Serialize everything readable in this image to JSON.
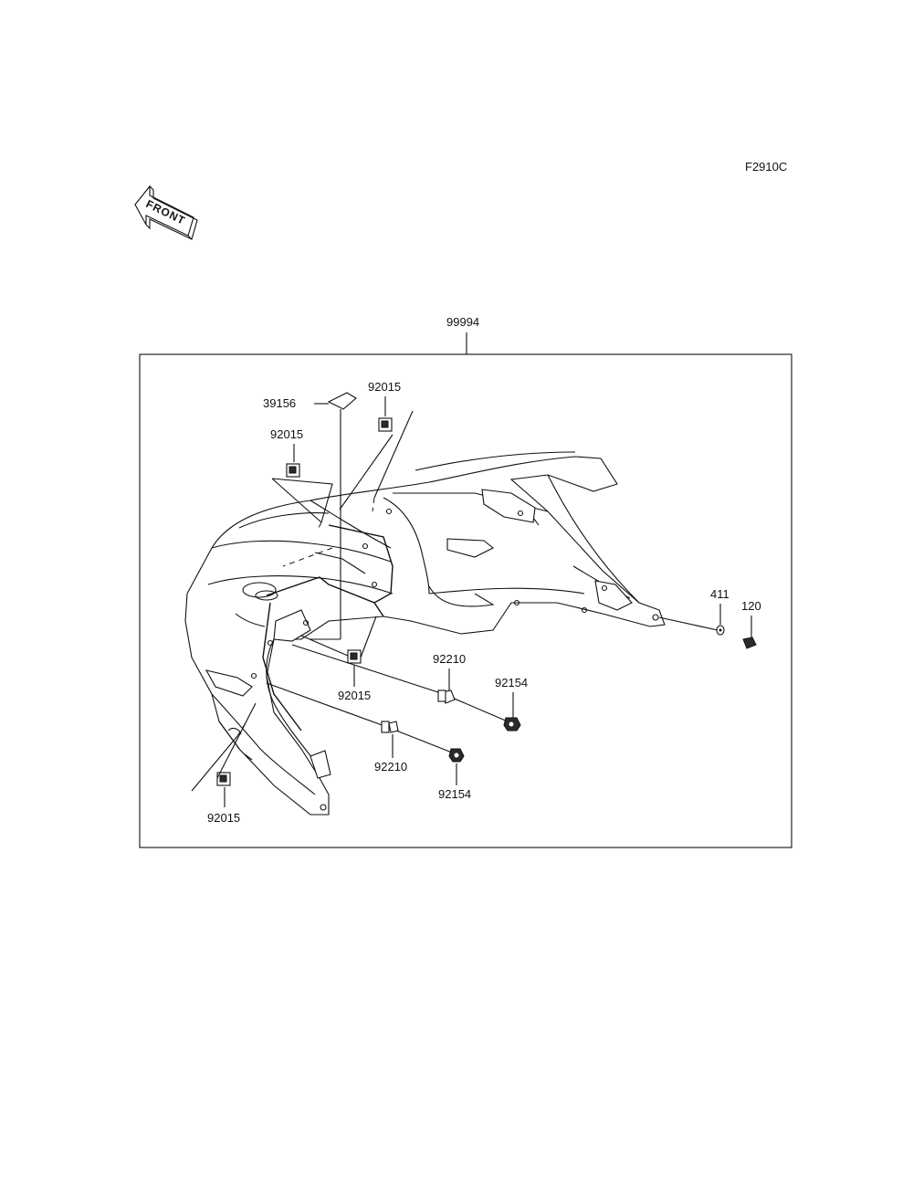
{
  "figure_code": "F2910C",
  "front_arrow_label": "FRONT",
  "kit_callout": "99994",
  "callouts": {
    "bracket_39156": "39156",
    "clip_92015_top_right": "92015",
    "clip_92015_top_left": "92015",
    "clip_92015_center": "92015",
    "clip_92015_bottom": "92015",
    "bolt_92210_upper": "92210",
    "bolt_92210_lower": "92210",
    "nut_92154_upper": "92154",
    "nut_92154_lower": "92154",
    "washer_411": "411",
    "bolt_120": "120"
  }
}
